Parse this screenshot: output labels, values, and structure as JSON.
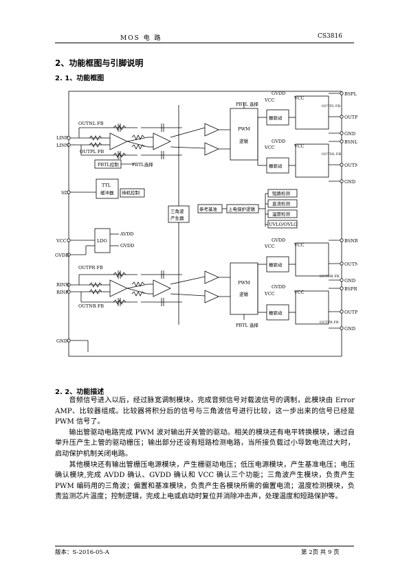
{
  "header": {
    "left": "MOS 电 路",
    "right": "CS3816"
  },
  "section_title": "2、功能框图与引脚说明",
  "sub1": "2. 1、功能框图",
  "sub2": "2. 2、功能描述",
  "diagram": {
    "pins_left": {
      "linp": "LINP",
      "linn": "LINN",
      "sd": "SD",
      "vcc": "VCC",
      "gvdd": "GVDD",
      "rinn": "RINN",
      "rinp": "RINP",
      "gnd": "GND"
    },
    "pins_right": {
      "bspl": "BSPL",
      "outpl": "OUTPL",
      "gnd1": "GND",
      "bsnl": "BSNL",
      "outnl": "OUTNL",
      "gnd2": "GND",
      "bsnr": "BSNR",
      "outnr": "OUTNR",
      "gnd3": "GND",
      "bspr": "BSPR",
      "outpr": "OUTPR",
      "gnd4": "GND"
    },
    "labels": {
      "outnl_fb": "OUTNL FB",
      "outpl_fb_l": "OUTPL FB",
      "outpr_fb_l": "OUTPR FB",
      "outnr_fb_l": "OUTNR FB",
      "pbtl_ctrl": "PBTL控制",
      "pbtl_select_top": "PBTL选择",
      "pbtl_select_1": "PBTL 选择",
      "pbtl_select_2": "PBTL 选择",
      "ttl_1": "TTL",
      "ttl_2": "缓冲器",
      "standby": "待机控制",
      "ldo": "LDO",
      "avdd": "AVDD",
      "gvdd_out": "GVDD",
      "tri_1": "三角波",
      "tri_2": "产生器",
      "ref": "参考基准",
      "prot": "上电保护逻辑",
      "short": "短路检测",
      "dc": "直流检测",
      "temp": "温度检测",
      "uvlo": "UVLO/OVLO",
      "pwm": "PWM",
      "logic": "逻辑",
      "gate": "栅驱动",
      "gvdd_s": "GVDD",
      "vcc_s": "VCC",
      "outpl_fb": "OUTPL FB",
      "outnl_fb_r": "OUTNL FB",
      "outnr_fb_r": "OUTNR FB",
      "outpr_fb_r": "OUTPR FB"
    }
  },
  "paragraphs": [
    "音频信号进入以后，经过脉宽调制模块，完成音频信号对载波信号的调制，此模块由 Error AMP、比较器组成。比较器将积分后的信号与三角波信号进行比较，这一步出来的信号已经是 PWM 信号了。",
    "输出管驱动电路完成 PWM 波对输出开关管的驱动。相关的模块还有电平转换模块，通过自举升压产生上管的驱动栅压；输出部分还设有短路检测电路，当所接负载过小导致电流过大时，启动保护机制关闭电路。",
    "其他模块还有输出管栅压电源模块，产生栅驱动电压；低压电源模块，产生基准电压；电压确认模块,完成 AVDD 确认、GVDD 确认和 VCC 确认三个功能；三角波产生模块，负责产生 PWM 编码用的三角波；偏置和基准模块，负责产生各模块所需的偏置电流；温度检测模块，负责监测芯片温度；控制逻辑，完成上电或启动时复位并消除冲击声，处理温度和短路保护等。"
  ],
  "footer": {
    "left": "版本：S-2016-05-A",
    "right": "第 2页  共 9 页"
  }
}
